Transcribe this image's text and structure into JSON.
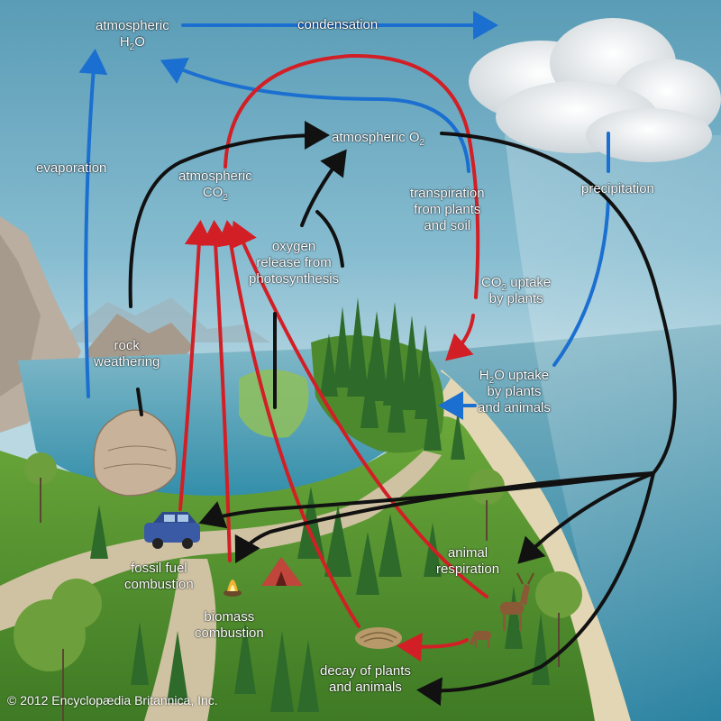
{
  "labels": {
    "atmospheric_h2o": {
      "line1": "atmospheric",
      "line2_main": "H",
      "line2_sub": "2",
      "line2_tail": "O"
    },
    "condensation": "condensation",
    "atmospheric_o2": {
      "main": "atmospheric O",
      "sub": "2"
    },
    "evaporation": "evaporation",
    "atmospheric_co2": {
      "line1": "atmospheric",
      "line2_main": "CO",
      "line2_sub": "2"
    },
    "transpiration": [
      "transpiration",
      "from plants",
      "and soil"
    ],
    "precipitation": "precipitation",
    "oxygen_release": [
      "oxygen",
      "release from",
      "photosynthesis"
    ],
    "co2_uptake": {
      "line1_main": "CO",
      "line1_sub": "2",
      "line1_tail": " uptake",
      "line2": "by plants"
    },
    "rock_weathering": [
      "rock",
      "weathering"
    ],
    "h2o_uptake": {
      "line1_main": "H",
      "line1_sub": "2",
      "line1_tail": "O uptake",
      "line2": "by plants",
      "line3": "and animals"
    },
    "fossil_fuel": [
      "fossil fuel",
      "combustion"
    ],
    "animal_respiration": [
      "animal",
      "respiration"
    ],
    "biomass": [
      "biomass",
      "combustion"
    ],
    "decay": [
      "decay of plants",
      "and animals"
    ]
  },
  "copyright": "© 2012 Encyclopædia Britannica, Inc.",
  "colors": {
    "water_arrow": "#1b6fd0",
    "co2_arrow": "#d21f26",
    "o2_arrow": "#111111"
  }
}
